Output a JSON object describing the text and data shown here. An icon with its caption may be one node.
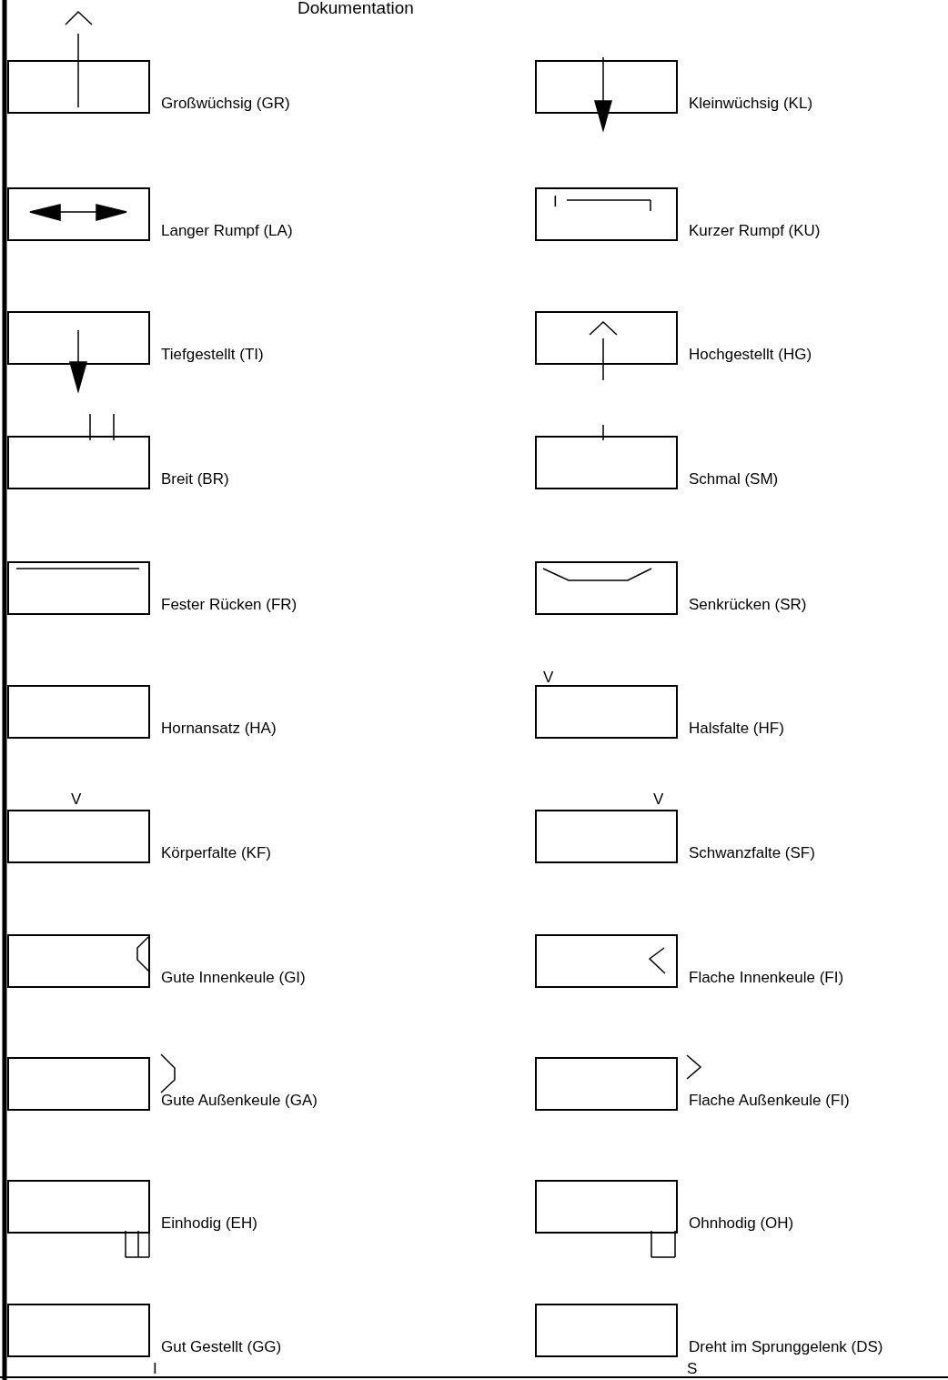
{
  "diagram": {
    "title": "Dokumentation",
    "nodes": [
      {
        "text": [],
        "shape": "box",
        "beside": [
          "Großwüchsig (GR)"
        ]
      },
      {
        "text": [],
        "shape": "box",
        "beside": [
          "Kleinwüchsig (KL)"
        ]
      },
      {
        "text": [],
        "shape": "box",
        "beside": [
          "Langer Rumpf (LA)"
        ]
      },
      {
        "text": [],
        "shape": "box",
        "beside": [
          "Kurzer Rumpf (KU)"
        ]
      },
      {
        "text": [],
        "shape": "box",
        "beside": [
          "Tiefgestellt (TI)"
        ]
      },
      {
        "text": [],
        "shape": "box",
        "beside": [
          "Hochgestellt (HG)"
        ]
      },
      {
        "text": [],
        "shape": "box",
        "beside": [
          "Breit (BR)"
        ]
      },
      {
        "text": [],
        "shape": "box",
        "beside": [
          "Schmal (SM)"
        ]
      },
      {
        "text": [],
        "shape": "box",
        "beside": [
          "Fester Rücken (FR)"
        ]
      },
      {
        "text": [],
        "shape": "box",
        "beside": [
          "Senkrücken (SR)"
        ]
      },
      {
        "text": [],
        "shape": "box",
        "beside": [
          "Hornansatz (HA)"
        ]
      },
      {
        "text": [],
        "shape": "box",
        "beside": [
          "Halsfalte (HF)"
        ]
      },
      {
        "text": [],
        "shape": "box",
        "beside": [
          "Körperfalte (KF)"
        ]
      },
      {
        "text": [],
        "shape": "box",
        "beside": [
          "Schwanzfalte (SF)"
        ]
      },
      {
        "text": [],
        "shape": "box",
        "beside": [
          "Gute Innenkeule (GI)"
        ]
      },
      {
        "text": [],
        "shape": "box",
        "beside": [
          "Flache Innenkeule (FI)"
        ]
      },
      {
        "text": [],
        "shape": "box",
        "beside": [
          "Gute Außenkeule (GA)"
        ]
      },
      {
        "text": [],
        "shape": "box",
        "beside": [
          "Flache Außenkeule (FI)"
        ]
      },
      {
        "text": [],
        "shape": "box",
        "beside": [
          "Einhodig (EH)"
        ]
      },
      {
        "text": [],
        "shape": "box",
        "beside": [
          "Ohnhodig (OH)"
        ]
      },
      {
        "text": [],
        "shape": "box",
        "beside": [
          "Gut Gestellt (GG)"
        ]
      },
      {
        "text": [],
        "shape": "box",
        "beside": [
          "Dreht im Sprunggelenk (DS)"
        ]
      }
    ],
    "labels": [
      "I",
      "V",
      "V",
      "V",
      "I",
      "S"
    ]
  }
}
